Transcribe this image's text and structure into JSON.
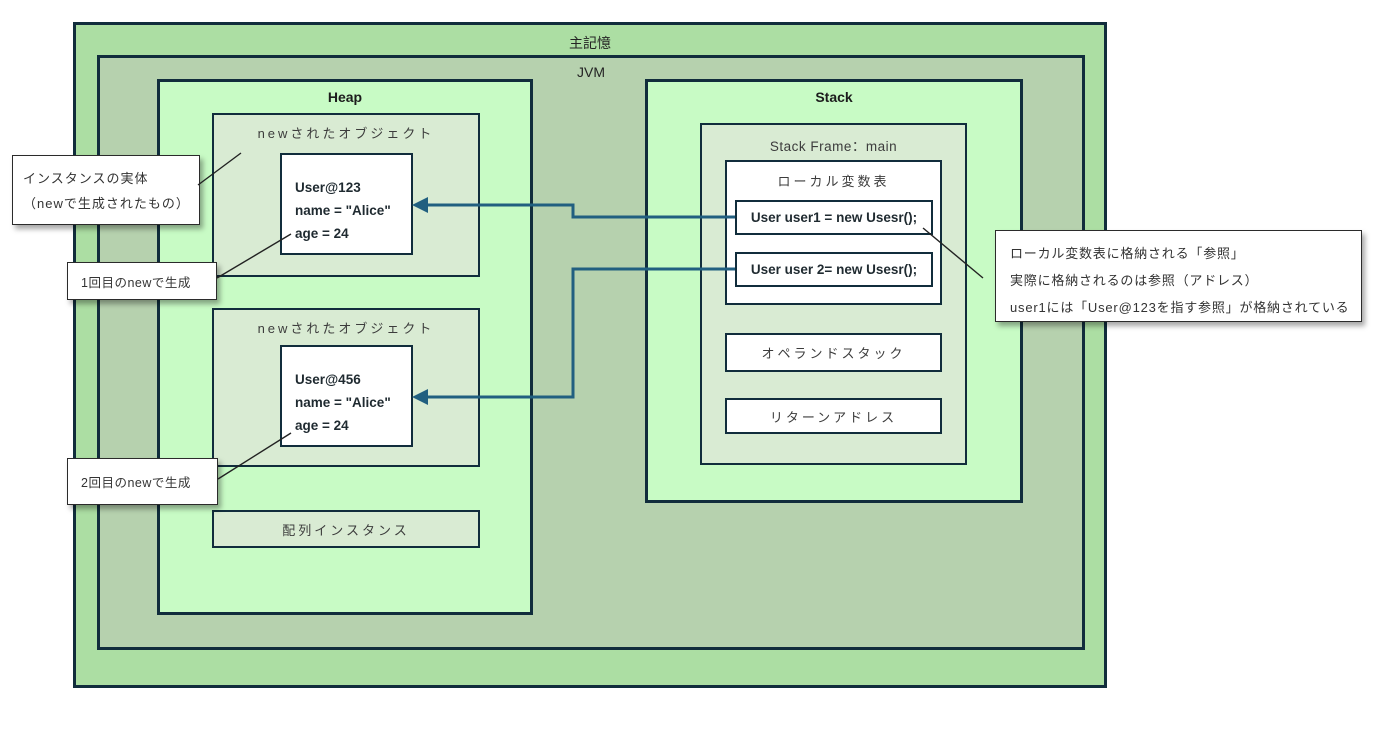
{
  "diagram": {
    "main_memory_title": "主記憶",
    "jvm_label": "JVM",
    "heap": {
      "title": "Heap",
      "object_group1": {
        "label": "newされたオブジェクト",
        "object": {
          "line1": "User@123",
          "line2": "name = \"Alice\"",
          "line3": "age = 24"
        }
      },
      "object_group2": {
        "label": "newされたオブジェクト",
        "object": {
          "line1": "User@456",
          "line2": "name = \"Alice\"",
          "line3": "age = 24"
        }
      },
      "array_label": "配列インスタンス"
    },
    "stack": {
      "title": "Stack",
      "frame_label": "Stack Frame：main",
      "local_var_table_label": "ローカル変数表",
      "var1_code": "User user1 = new Usesr();",
      "var2_code": "User user 2= new Usesr();",
      "operand_stack_label": "オペランドスタック",
      "return_address_label": "リターンアドレス"
    },
    "annotations": {
      "instance_note_line1": "インスタンスの実体",
      "instance_note_line2": "（newで生成されたもの）",
      "first_new_note": "1回目のnewで生成",
      "second_new_note": "2回目のnewで生成",
      "reference_note_line1": "ローカル変数表に格納される「参照」",
      "reference_note_line2": "実際に格納されるのは参照（アドレス）",
      "reference_note_line3": "user1には「User@123を指す参照」が格納されている"
    },
    "colors": {
      "border": "#112d3c",
      "arrow": "#215f80",
      "line": "#222222",
      "outer_fill": "#acdea3",
      "jvm_fill": "#b6d1ae",
      "region_fill": "#c8fbc5",
      "inner_fill": "#d9ebd3"
    }
  }
}
